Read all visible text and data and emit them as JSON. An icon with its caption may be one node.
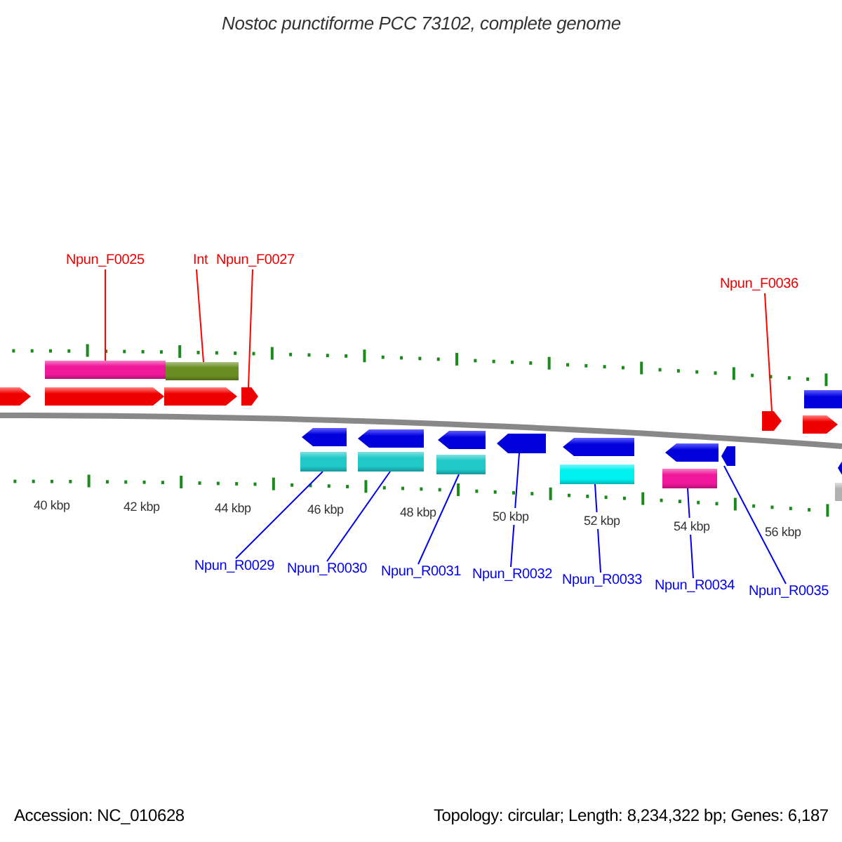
{
  "diagram": {
    "title": "Nostoc punctiforme PCC 73102, complete genome",
    "nodes": [
      {
        "text": [
          "Npun_F0025"
        ]
      },
      {
        "text": [
          "Int"
        ]
      },
      {
        "text": [
          "Npun_F0027"
        ]
      },
      {
        "text": [
          "Npun_F0036"
        ]
      },
      {
        "text": [
          "Npun_R0029"
        ]
      },
      {
        "text": [
          "Npun_R0030"
        ]
      },
      {
        "text": [
          "Npun_R0031"
        ]
      },
      {
        "text": [
          "Npun_R0032"
        ]
      },
      {
        "text": [
          "Npun_R0033"
        ]
      },
      {
        "text": [
          "Npun_R0034"
        ]
      },
      {
        "text": [
          "Npun_R0035"
        ]
      },
      {
        "text": [],
        "shape": "bar"
      },
      {
        "text": [],
        "shape": "bar"
      },
      {
        "text": [],
        "shape": "arrow"
      },
      {
        "text": [],
        "shape": "arrow"
      },
      {
        "text": [],
        "shape": "bar"
      },
      {
        "text": [],
        "shape": "bar"
      },
      {
        "text": [],
        "shape": "bar"
      },
      {
        "text": [],
        "shape": "arrow"
      },
      {
        "text": [],
        "shape": "bar"
      },
      {
        "text": [],
        "shape": "bar"
      },
      {
        "text": [],
        "shape": "arrow"
      }
    ],
    "edges": [
      {
        "from": 0,
        "to": 11,
        "arrow": "none",
        "color": "#ff0000"
      },
      {
        "from": 1,
        "to": 12,
        "arrow": "none",
        "color": "#ff0000"
      },
      {
        "from": 2,
        "to": 13,
        "arrow": "none",
        "color": "#ff0000"
      },
      {
        "from": 3,
        "to": 14,
        "arrow": "none",
        "color": "#ff0000"
      },
      {
        "from": 4,
        "to": 15,
        "arrow": "none"
      },
      {
        "from": 5,
        "to": 16,
        "arrow": "none"
      },
      {
        "from": 6,
        "to": 17,
        "arrow": "none"
      },
      {
        "from": 7,
        "to": 18,
        "arrow": "none"
      },
      {
        "from": 8,
        "to": 19,
        "arrow": "none"
      },
      {
        "from": 9,
        "to": 20,
        "arrow": "none"
      },
      {
        "from": 10,
        "to": 21,
        "arrow": "none"
      }
    ],
    "labels": [
      "40 kbp",
      "42 kbp",
      "44 kbp",
      "46 kbp",
      "48 kbp",
      "50 kbp",
      "52 kbp",
      "54 kbp",
      "56 kbp",
      "Accession: NC_010628",
      "Topology: circular; Length: 8,234,322 bp; Genes: 6,187"
    ]
  }
}
